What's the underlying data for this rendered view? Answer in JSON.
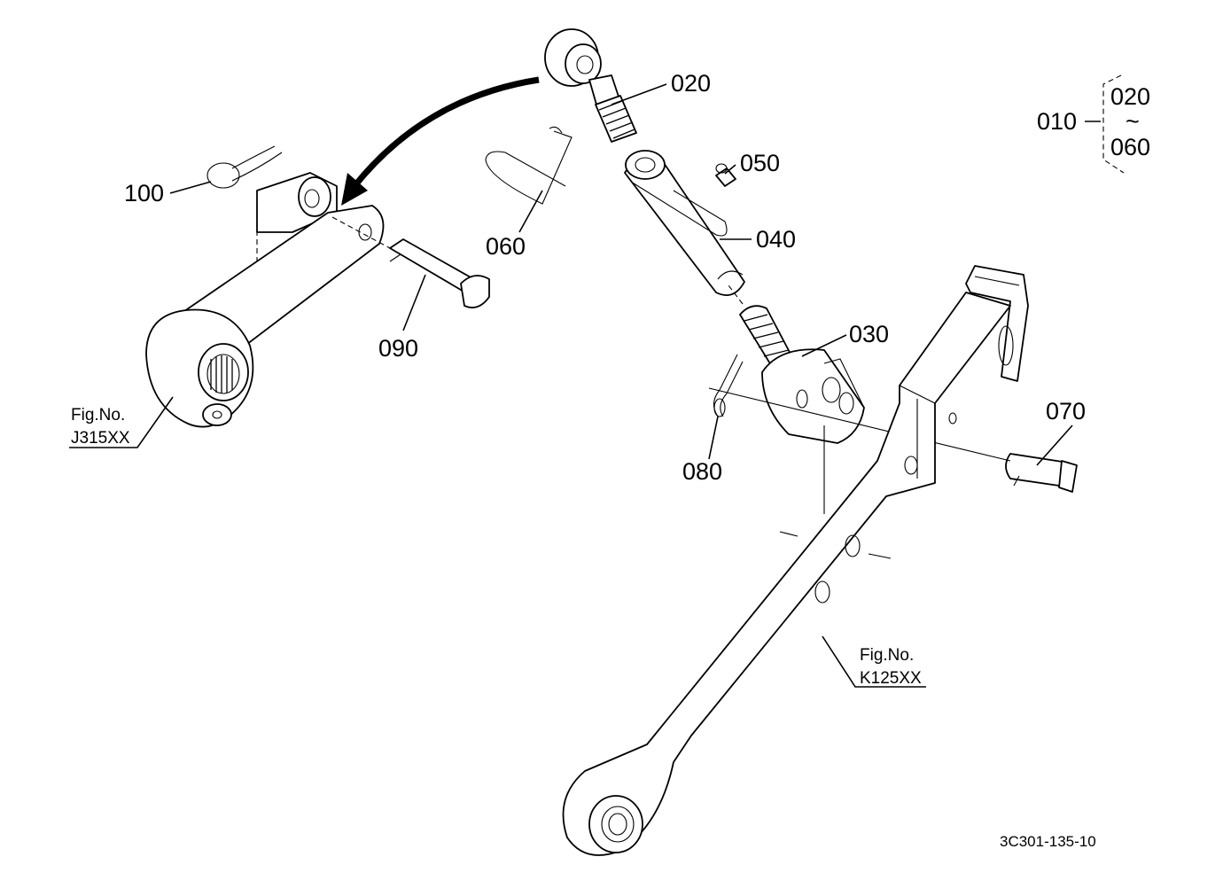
{
  "callouts": {
    "c010": "010",
    "c020": "020",
    "c030": "030",
    "c040": "040",
    "c050": "050",
    "c060": "060",
    "c070": "070",
    "c080": "080",
    "c090": "090",
    "c100": "100"
  },
  "bracket": {
    "top": "020",
    "tilde": "~",
    "bottom": "060"
  },
  "fig_refs": {
    "left": {
      "label": "Fig.No.",
      "code": "J315XX"
    },
    "right": {
      "label": "Fig.No.",
      "code": "K125XX"
    }
  },
  "drawing_code": "3C301-135-10"
}
